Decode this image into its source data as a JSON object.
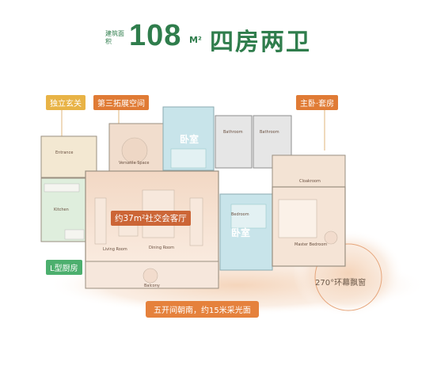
{
  "header": {
    "area_label": "建筑面积",
    "area_value": "108",
    "area_unit": "M²",
    "layout_name": "四房两卫"
  },
  "tags": {
    "entrance": "独立玄关",
    "flex_space": "第三拓展空间",
    "master_suite": "主卧·套房",
    "kitchen_type": "L型厨房"
  },
  "rooms": {
    "bedroom_north": "卧室",
    "bedroom_center": "卧室",
    "living_note": "约37m²社交会客厅",
    "window_note": "270°环幕飘窗",
    "south_note": "五开间朝南，约15米采光面",
    "en_entrance": "Entrance",
    "en_flex": "Versatile Space",
    "en_kitchen": "Kitchen",
    "en_living": "Living Room",
    "en_dining": "Dining Room",
    "en_balcony": "Balcony",
    "en_bathroom1": "Bathroom",
    "en_bathroom2": "Bathroom",
    "en_bedroom": "Bedroom",
    "en_closet": "Cloakroom",
    "en_master": "Master Bedroom"
  },
  "colors": {
    "brand_green": "#2f7d4c",
    "accent_orange": "#e07b35"
  }
}
